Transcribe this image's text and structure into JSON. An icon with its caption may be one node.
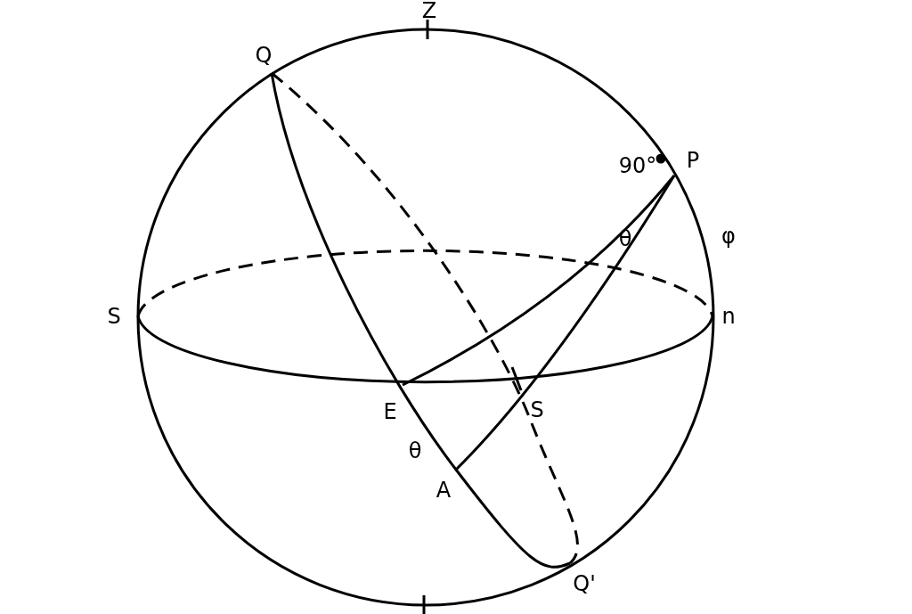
{
  "diagram": {
    "labels": [
      "Z",
      "Q",
      "90°",
      "P",
      "θ",
      "φ",
      "S",
      "n",
      "E",
      "S",
      "θ",
      "A",
      "Q'"
    ]
  }
}
